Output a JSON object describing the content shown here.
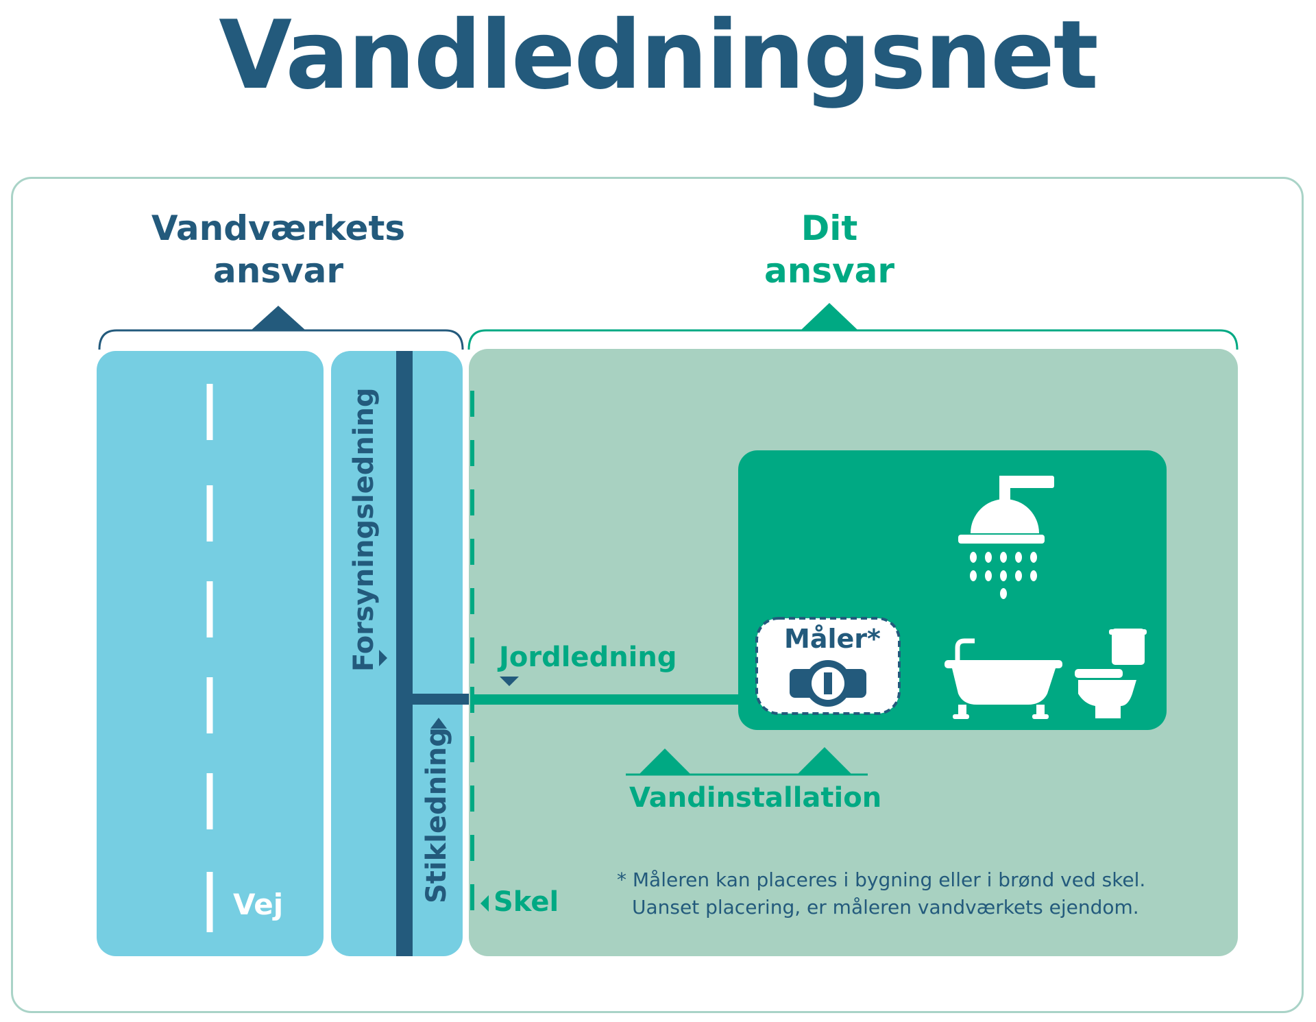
{
  "title": "Vandledningsnet",
  "colors": {
    "dark_blue": "#235a7c",
    "green": "#00a983",
    "light_blue": "#76cee2",
    "light_green": "#a8d1c1",
    "frame": "#a9d3c7"
  },
  "responsibility": {
    "waterworks": {
      "line1": "Vandværkets",
      "line2": "ansvar"
    },
    "yours": {
      "line1": "Dit",
      "line2": "ansvar"
    }
  },
  "labels": {
    "road": "Vej",
    "supply_line": "Forsyningsledning",
    "service_line": "Stikledning",
    "ground_line": "Jordledning",
    "boundary": "Skel",
    "meter": "Måler*",
    "installation": "Vandinstallation"
  },
  "footnote": {
    "line1": "* Måleren kan placeres i bygning eller i brønd ved skel.",
    "line2": "Uanset placering, er måleren vandværkets ejendom."
  },
  "icons": [
    "shower-icon",
    "bathtub-icon",
    "toilet-icon",
    "water-meter-icon"
  ]
}
